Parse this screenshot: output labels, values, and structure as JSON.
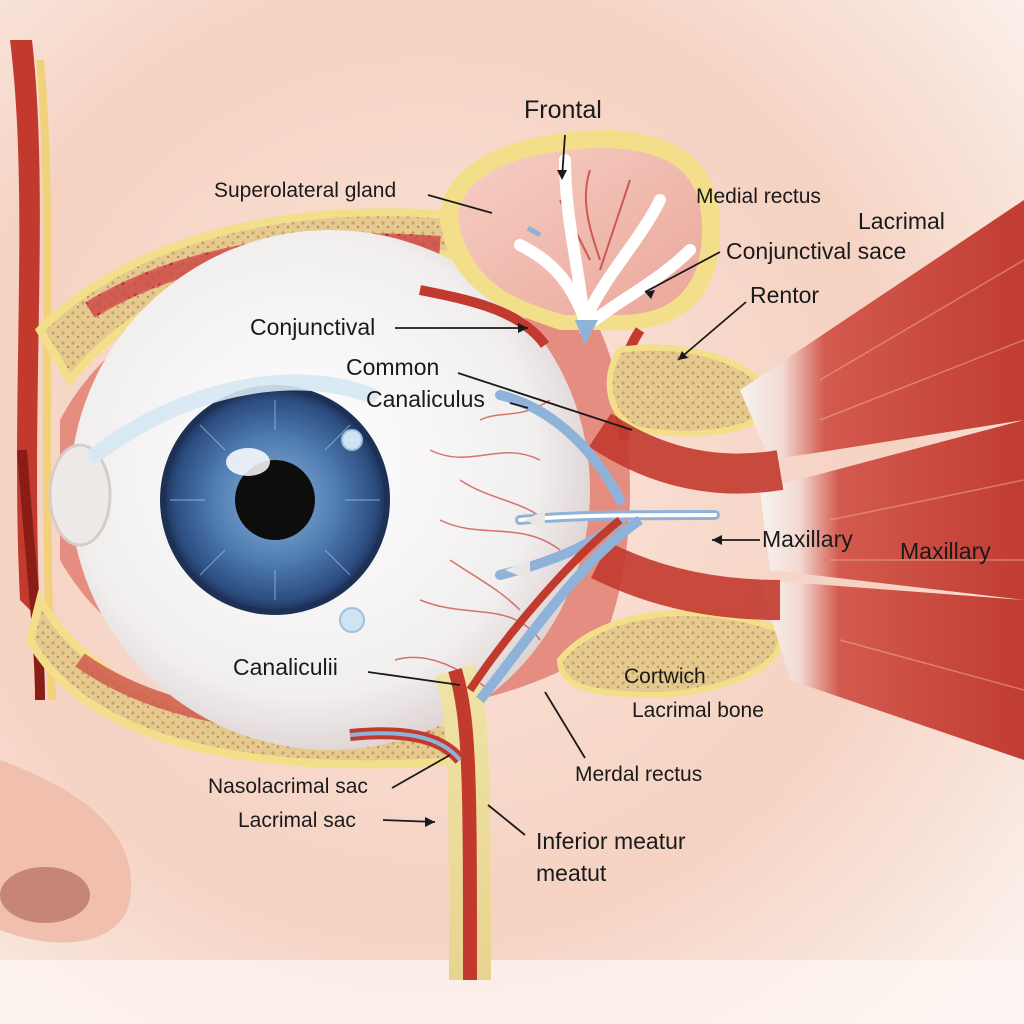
{
  "labels": {
    "frontal": "Frontal",
    "superolateral_gland": "Superolateral gland",
    "medial_rectus": "Medial rectus",
    "lacrimal": "Lacrimal",
    "conjunctival_sace": "Conjunctival sace",
    "rentor": "Rentor",
    "conjunctival": "Conjunctival",
    "common": "Common",
    "canaliculus": "Canaliculus",
    "maxillary_inner": "Maxillary",
    "maxillary_outer": "Maxillary",
    "canaliculii": "Canaliculii",
    "cortwich": "Cortwich",
    "lacrimal_bone": "Lacrimal bone",
    "merdal_rectus": "Merdal rectus",
    "nasolacrimal_sac": "Nasolacrimal sac",
    "lacrimal_sac": "Lacrimal sac",
    "inferior_meatur": "Inferior meatur",
    "meatut": "meatut"
  },
  "colors": {
    "skin": "#f6d9cc",
    "bone": "#e8cf92",
    "bone_outline": "#f3df8a",
    "muscle": "#c9433a",
    "tendon": "#f6f2ee",
    "iris": "#3f6ea6",
    "duct": "#8fb3d8",
    "vessel": "#c23a2e"
  },
  "icons": [
    "eyeball-illustration",
    "lacrimal-gland-illustration",
    "extraocular-muscle-illustration",
    "nasolacrimal-duct-illustration"
  ]
}
